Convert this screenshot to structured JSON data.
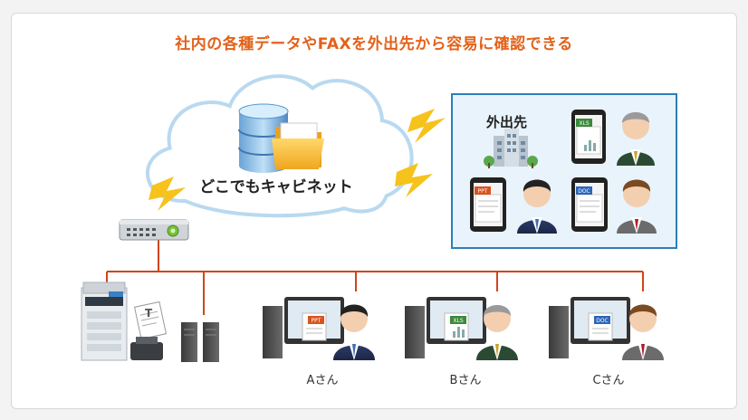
{
  "title": "社内の各種データやFAXを外出先から容易に確認できる",
  "cloud": {
    "label": "どこでもキャビネット"
  },
  "remote": {
    "label": "外出先",
    "tablets": [
      {
        "file_badge": "XLS",
        "badge_color": "#3a8a3a"
      },
      {
        "file_badge": "PPT",
        "badge_color": "#d9531e"
      },
      {
        "file_badge": "DOC",
        "badge_color": "#2b66b8"
      }
    ]
  },
  "users": [
    {
      "label": "Aさん",
      "file_badge": "PPT",
      "badge_color": "#d9531e"
    },
    {
      "label": "Bさん",
      "file_badge": "XLS",
      "badge_color": "#3a8a3a"
    },
    {
      "label": "Cさん",
      "file_badge": "DOC",
      "badge_color": "#2b66b8"
    }
  ],
  "colors": {
    "title": "#e2621b",
    "network_line": "#d0451b",
    "remote_border": "#2c7fb8",
    "remote_fill": "#e8f3fb",
    "lightning": "#f6c21c"
  }
}
